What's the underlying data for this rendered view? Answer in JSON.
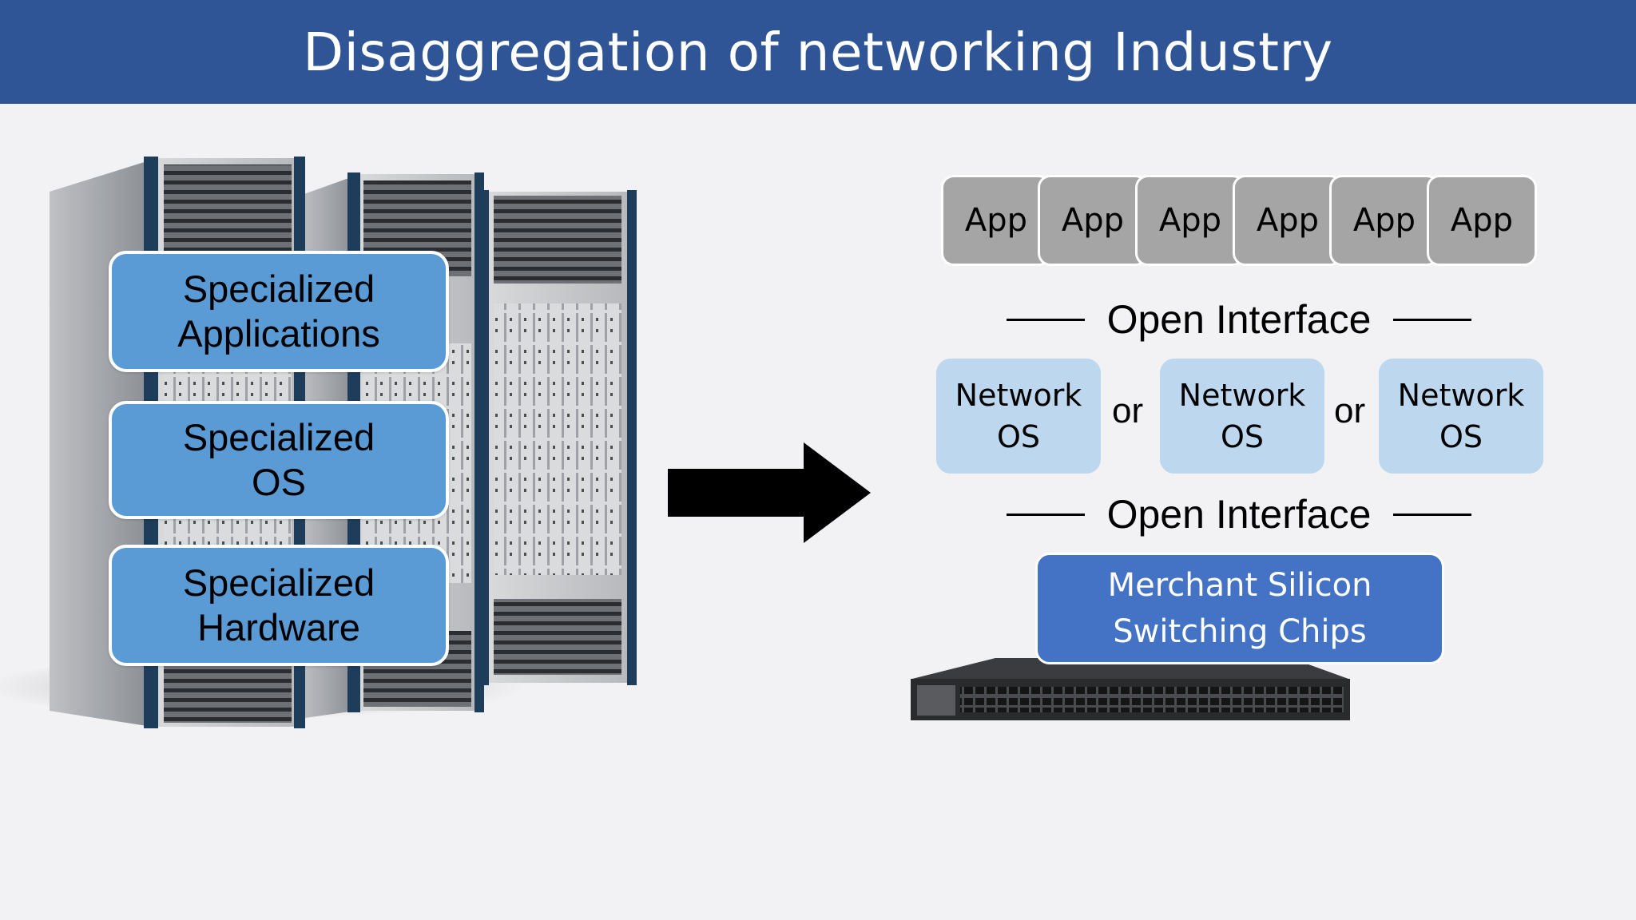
{
  "title": "Disaggregation of networking Industry",
  "left": {
    "boxes": [
      {
        "line1": "Specialized",
        "line2": "Applications"
      },
      {
        "line1": "Specialized",
        "line2": "OS"
      },
      {
        "line1": "Specialized",
        "line2": "Hardware"
      }
    ]
  },
  "right": {
    "apps": [
      "App",
      "App",
      "App",
      "App",
      "App",
      "App"
    ],
    "interface_top": "Open Interface",
    "network_os": [
      {
        "line1": "Network",
        "line2": "OS"
      },
      {
        "line1": "Network",
        "line2": "OS"
      },
      {
        "line1": "Network",
        "line2": "OS"
      }
    ],
    "or_labels": [
      "or",
      "or"
    ],
    "interface_bottom": "Open Interface",
    "silicon": {
      "line1": "Merchant Silicon",
      "line2": "Switching Chips"
    }
  },
  "colors": {
    "title_bar": "#2f5597",
    "specialized_box": "#5b9bd5",
    "app_box": "#a5a5a5",
    "network_os_box": "#bdd7ee",
    "silicon_box": "#4472c4"
  }
}
